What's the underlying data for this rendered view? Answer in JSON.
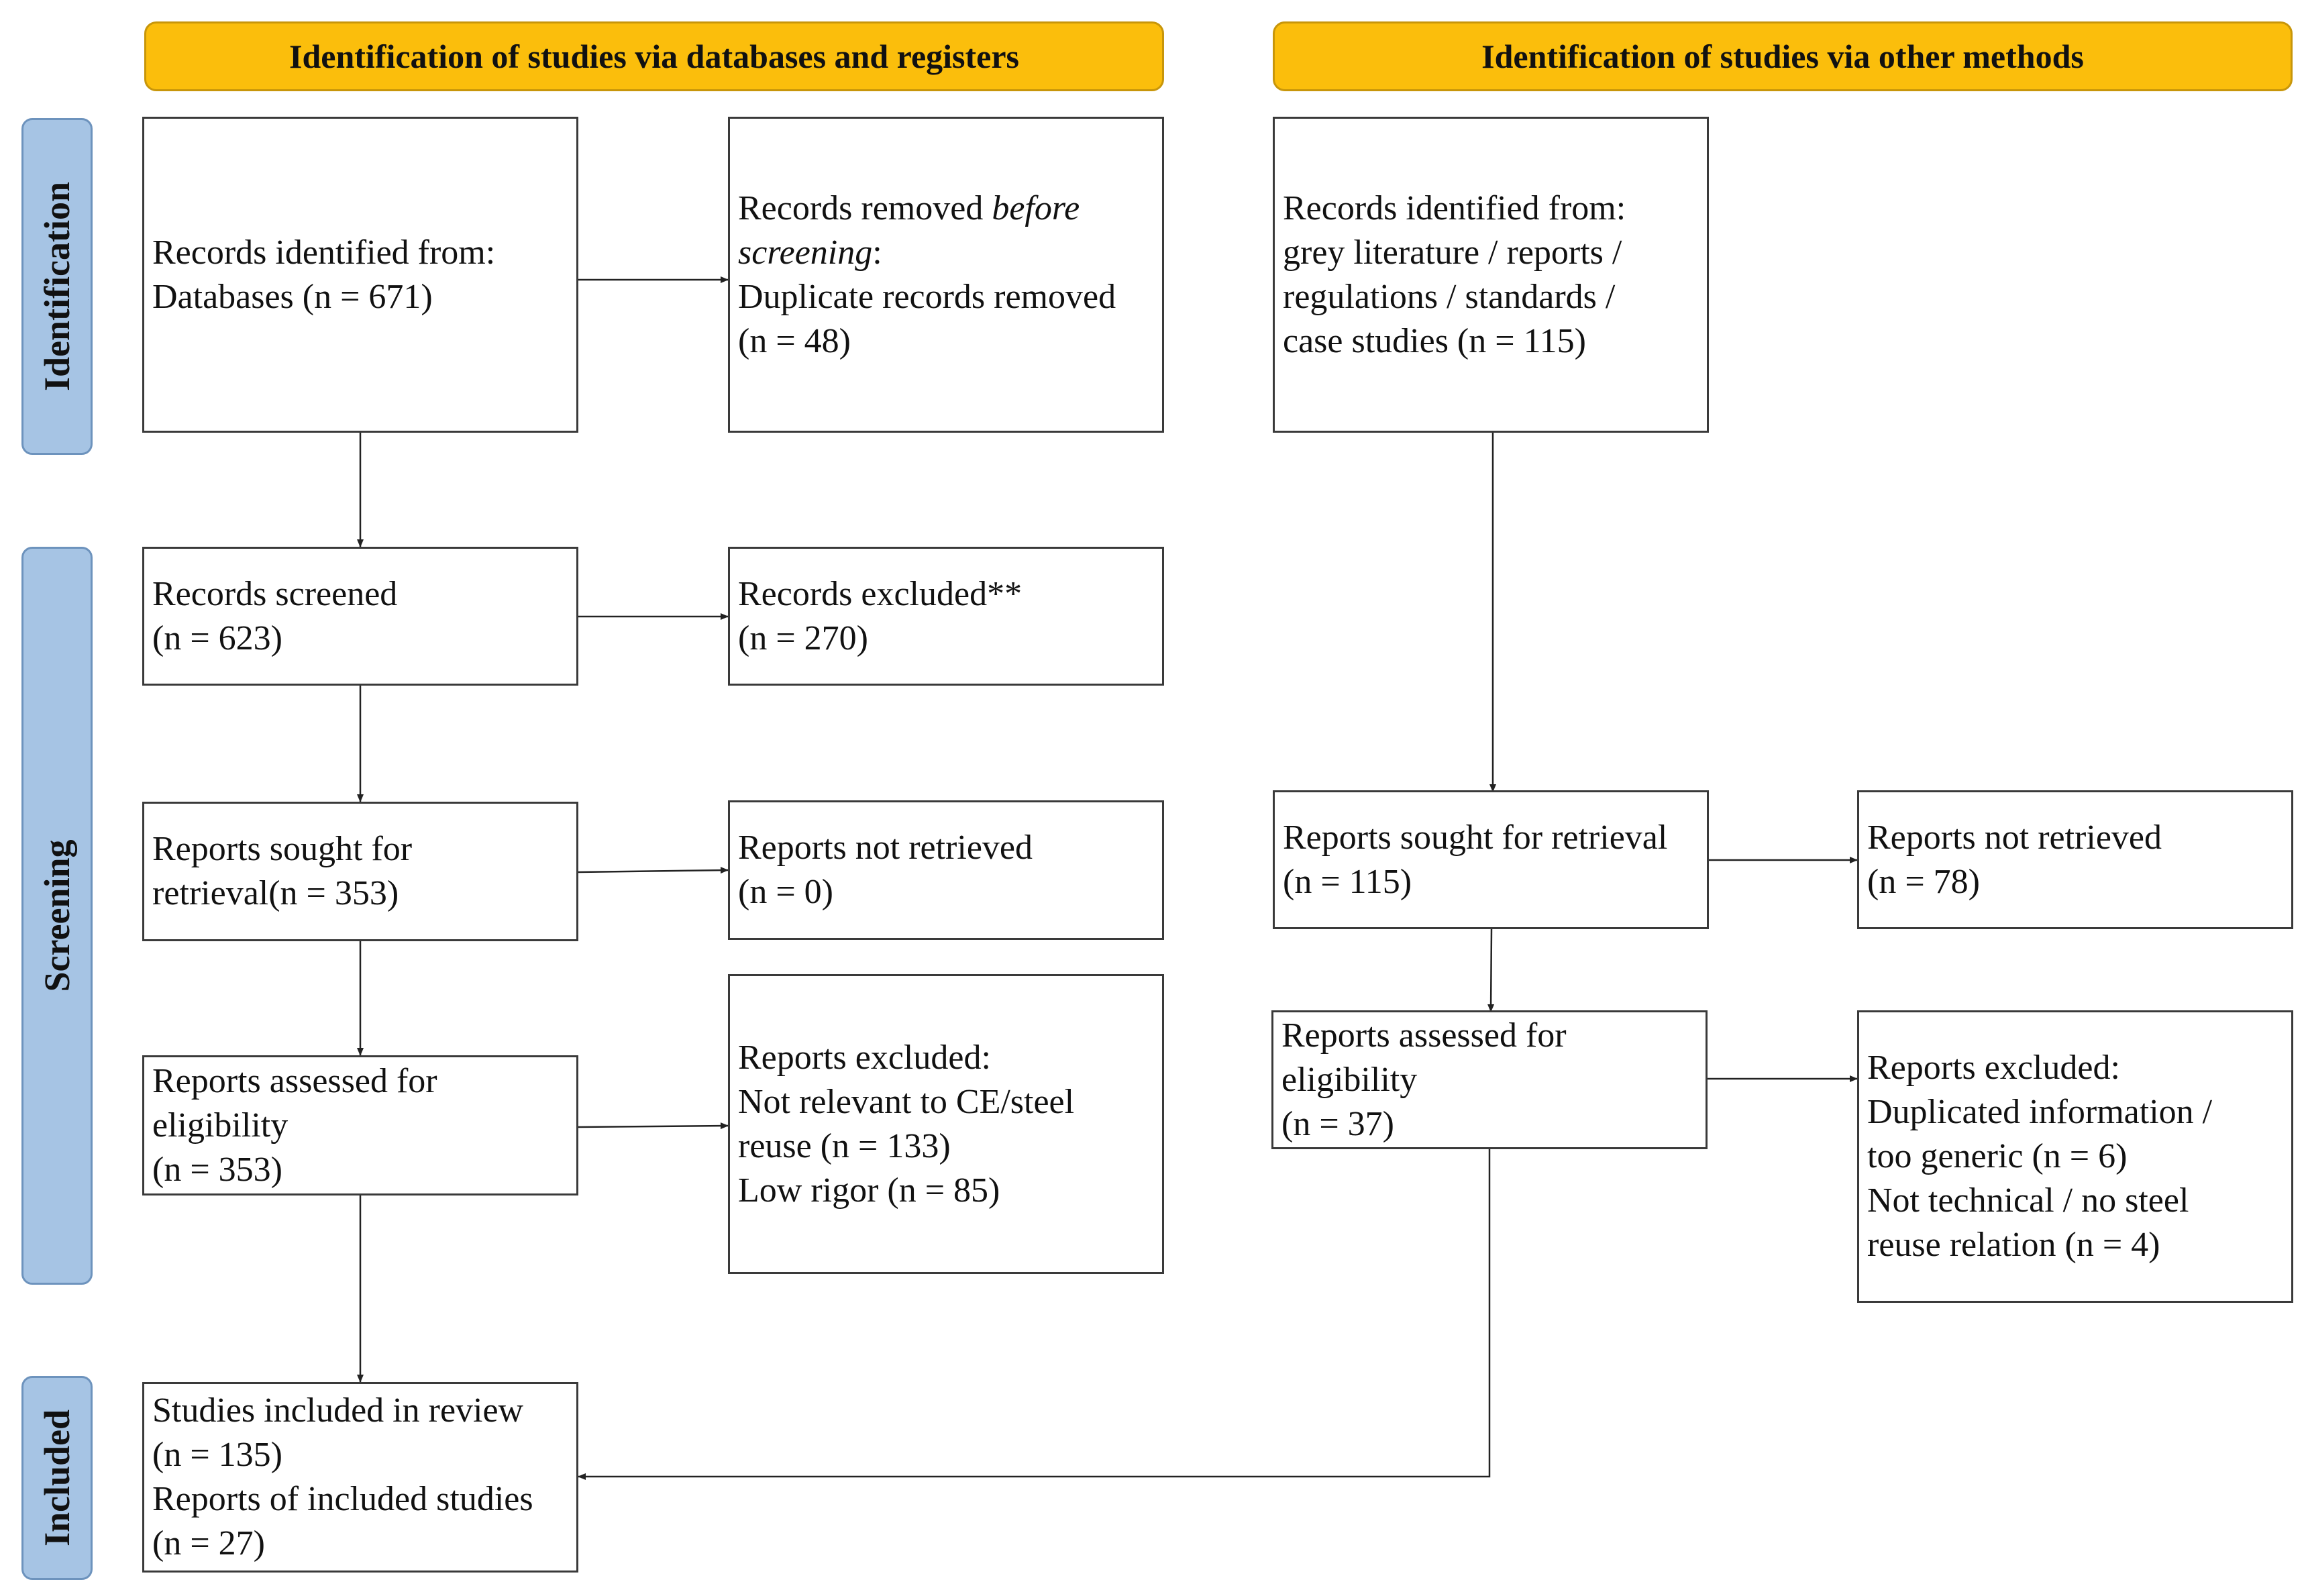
{
  "headers": {
    "databases": "Identification of studies via databases and registers",
    "other": "Identification of studies via other methods"
  },
  "stages": {
    "identification": "Identification",
    "screening": "Screening",
    "included": "Included"
  },
  "databases": {
    "identified": [
      "Records identified from:",
      "Databases (n = 671)"
    ],
    "removed": {
      "prefix": "Records removed ",
      "italic": "before",
      "italic2": "screening",
      "colon": ":",
      "line3": "Duplicate records removed",
      "line4": "(n = 48)"
    },
    "screened": [
      "Records screened",
      "(n = 623)"
    ],
    "excluded": [
      "Records excluded**",
      "(n = 270)"
    ],
    "sought": [
      "Reports sought for",
      "retrieval(n = 353)"
    ],
    "not_retrieved": [
      "Reports not retrieved",
      "(n = 0)"
    ],
    "assessed": [
      "Reports assessed for",
      "eligibility",
      "(n = 353)"
    ],
    "reports_excluded": [
      "Reports excluded:",
      "Not relevant to CE/steel",
      "reuse (n = 133)",
      "Low rigor (n = 85)"
    ],
    "included": [
      "Studies included in review",
      "(n = 135)",
      "Reports of included studies",
      "(n = 27)"
    ]
  },
  "other": {
    "identified": [
      "Records identified from:",
      "grey literature / reports /",
      "regulations / standards /",
      "case studies (n = 115)"
    ],
    "sought": [
      "Reports sought for retrieval",
      "(n = 115)"
    ],
    "not_retrieved": [
      "Reports not retrieved",
      "(n = 78)"
    ],
    "assessed": [
      "Reports assessed for",
      "eligibility",
      "(n = 37)"
    ],
    "reports_excluded": [
      "Reports excluded:",
      "Duplicated information /",
      "too generic (n = 6)",
      "Not technical / no steel",
      "reuse relation (n = 4)"
    ]
  }
}
